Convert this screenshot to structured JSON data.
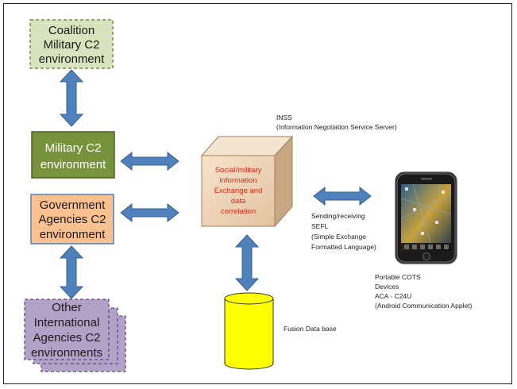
{
  "boxes": {
    "coalition": {
      "lines": [
        "Coalition",
        "Military C2",
        "environment"
      ],
      "fill": "#d7e4bd",
      "stroke": "#77933c"
    },
    "military": {
      "lines": [
        "Military C2",
        "environment"
      ],
      "fill": "#77933c",
      "stroke": "#4f6228"
    },
    "government": {
      "lines": [
        "Government",
        "Agencies C2",
        "environment"
      ],
      "fill": "#fac090",
      "stroke": "#4f81bd"
    },
    "international": {
      "lines": [
        "Other",
        "International",
        "Agencies C2",
        "environments"
      ],
      "fill": "#b3a2c7",
      "stroke": "#604a7b"
    }
  },
  "inss": {
    "title": "INSS",
    "subtitle": "(Information Negotiation Service Server)"
  },
  "cube": {
    "lines": [
      "Social/military",
      "information",
      "Exchange and",
      "data",
      "correlation"
    ],
    "fill": "#f2d8b8"
  },
  "sefl": {
    "lines": [
      "Sending/receiving",
      "SEFL",
      "(Simple Exchange",
      "Formatted Language)"
    ]
  },
  "devices": {
    "lines": [
      "Portable COTS",
      "Devices",
      "ACA  -  C24U",
      "(Android Communication  Applet)"
    ]
  },
  "database": {
    "label": "Fusion Data base",
    "fill": "#ffff00"
  },
  "colors": {
    "arrow": "#4f81bd",
    "arrow_edge": "#385d8a",
    "accent_text": "#d42a1a"
  }
}
